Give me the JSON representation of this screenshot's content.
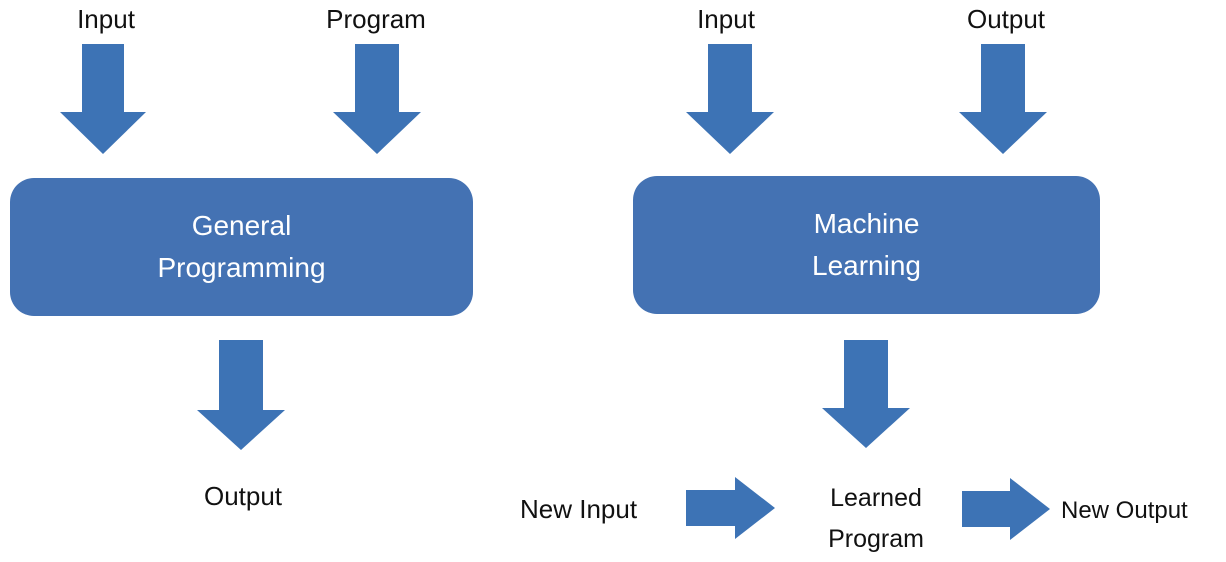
{
  "colors": {
    "fill": "#3d73b5",
    "box": "#4472b3",
    "text": "#111111",
    "box_text": "#ffffff"
  },
  "general": {
    "input_label": "Input",
    "program_label": "Program",
    "box_line1": "General",
    "box_line2": "Programming",
    "output_label": "Output"
  },
  "ml": {
    "input_label": "Input",
    "output_label": "Output",
    "box_line1": "Machine",
    "box_line2": "Learning",
    "new_input_label": "New Input",
    "learned_line1": "Learned",
    "learned_line2": "Program",
    "new_output_label": "New Output"
  }
}
